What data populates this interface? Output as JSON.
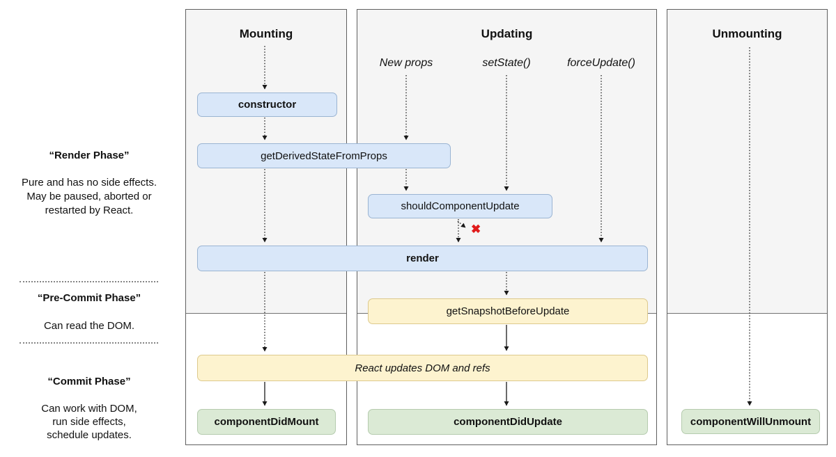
{
  "left_panel": {
    "phases": [
      {
        "title": "“Render Phase”",
        "description": "Pure and has no side effects.\nMay be paused, aborted or\nrestarted by React."
      },
      {
        "title": "“Pre-Commit Phase”",
        "description": "Can read the DOM."
      },
      {
        "title": "“Commit Phase”",
        "description": "Can work with DOM,\nrun side effects,\nschedule updates."
      }
    ]
  },
  "columns": {
    "mounting": {
      "title": "Mounting"
    },
    "updating": {
      "title": "Updating",
      "triggers": [
        "New props",
        "setState()",
        "forceUpdate()"
      ]
    },
    "unmounting": {
      "title": "Unmounting"
    }
  },
  "boxes": {
    "constructor": "constructor",
    "getDerivedStateFromProps": "getDerivedStateFromProps",
    "shouldComponentUpdate": "shouldComponentUpdate",
    "render": "render",
    "getSnapshotBeforeUpdate": "getSnapshotBeforeUpdate",
    "reactUpdatesDom": "React updates DOM and refs",
    "componentDidMount": "componentDidMount",
    "componentDidUpdate": "componentDidUpdate",
    "componentWillUnmount": "componentWillUnmount"
  },
  "markers": {
    "cancel_x": "✖"
  },
  "colors": {
    "blue_fill": "#d9e7f9",
    "blue_border": "#9ab4d2",
    "yellow_fill": "#fdf3cf",
    "yellow_border": "#ddc98c",
    "green_fill": "#dbead5",
    "green_border": "#b5cbae",
    "panel_fill": "#f5f5f5",
    "panel_border": "#5f5f5f",
    "cancel_x": "#e01a1a",
    "arrow": "#1a1a1a"
  }
}
